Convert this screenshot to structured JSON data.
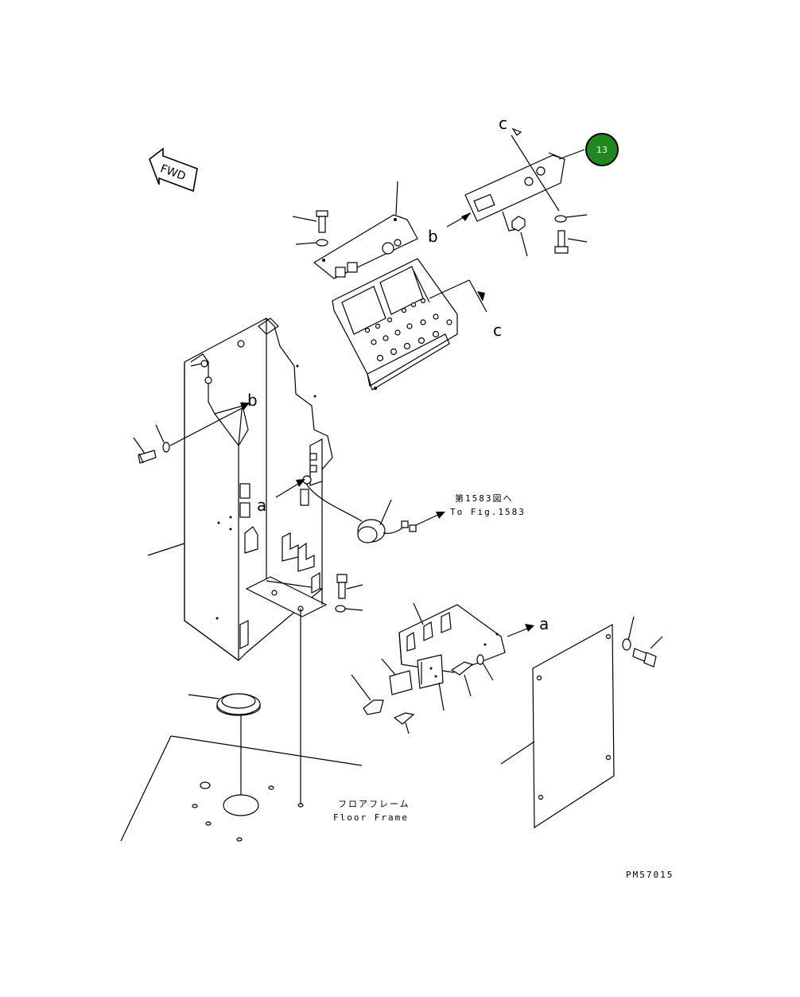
{
  "callout": {
    "number": "13",
    "color": "#1e8a1e"
  },
  "fwd_label": "FWD",
  "view_labels": {
    "a": "a",
    "b": "b",
    "c": "c"
  },
  "refs": {
    "fig_ref_jp": "第1583図へ",
    "fig_ref_en": "To Fig.1583",
    "floor_jp": "フロアフレーム",
    "floor_en": "Floor Frame"
  },
  "drawing_code": "PM57015"
}
